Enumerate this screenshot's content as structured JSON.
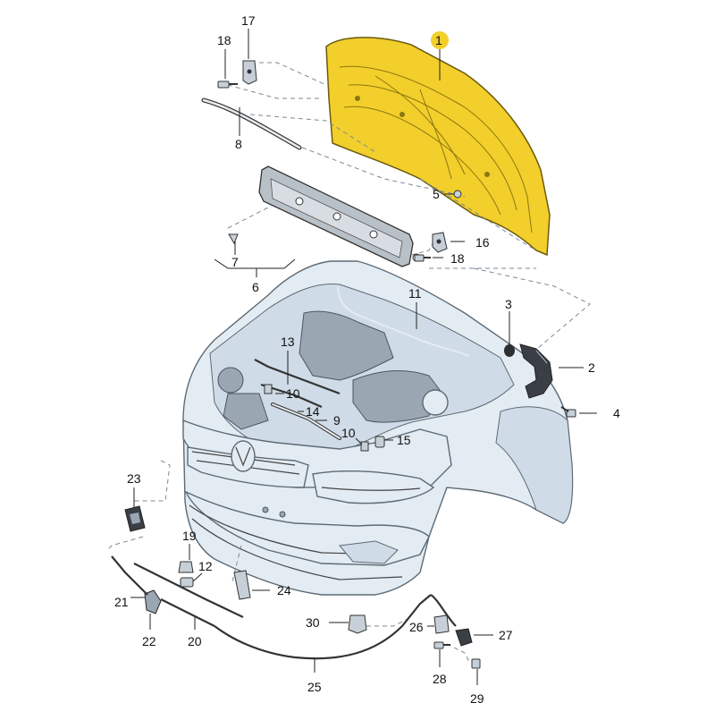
{
  "labels": {
    "p1": "1",
    "p2": "2",
    "p3": "3",
    "p4": "4",
    "p5": "5",
    "p6": "6",
    "p7": "7",
    "p8": "8",
    "p9": "9",
    "p10a": "10",
    "p10b": "10",
    "p11": "11",
    "p12": "12",
    "p13": "13",
    "p14": "14",
    "p15": "15",
    "p16": "16",
    "p17": "17",
    "p18a": "18",
    "p18b": "18",
    "p19": "19",
    "p20": "20",
    "p21": "21",
    "p22": "22",
    "p23": "23",
    "p24": "24",
    "p25": "25",
    "p26": "26",
    "p27": "27",
    "p28": "28",
    "p29": "29",
    "p30": "30"
  },
  "colors": {
    "hood_fill": "#f2cf2a",
    "hood_stroke": "#6b5a10",
    "body_fill": "#e3ecf3",
    "circle_highlight": "#f2cf2a"
  }
}
